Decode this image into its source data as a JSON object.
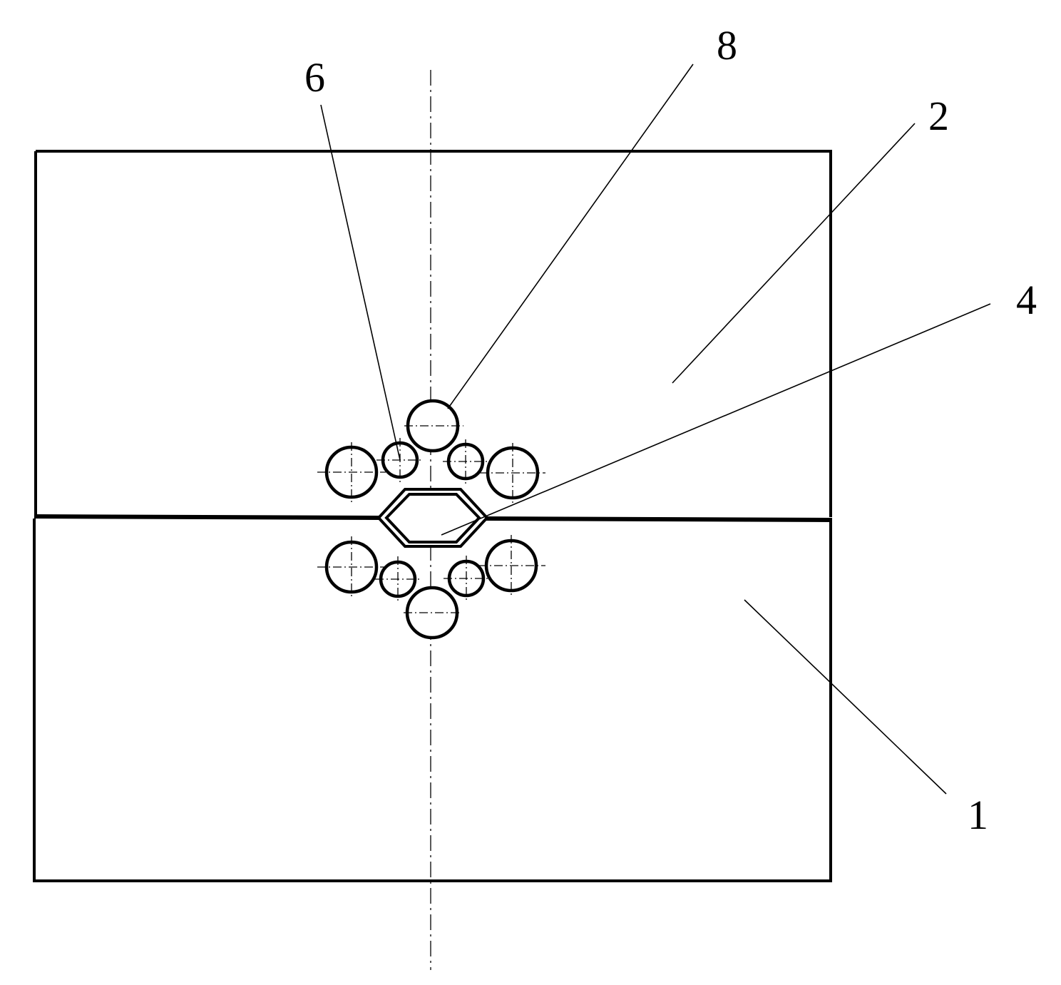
{
  "callouts": {
    "label_6": "6",
    "label_8": "8",
    "label_2": "2",
    "label_4": "4",
    "label_1": "1"
  }
}
